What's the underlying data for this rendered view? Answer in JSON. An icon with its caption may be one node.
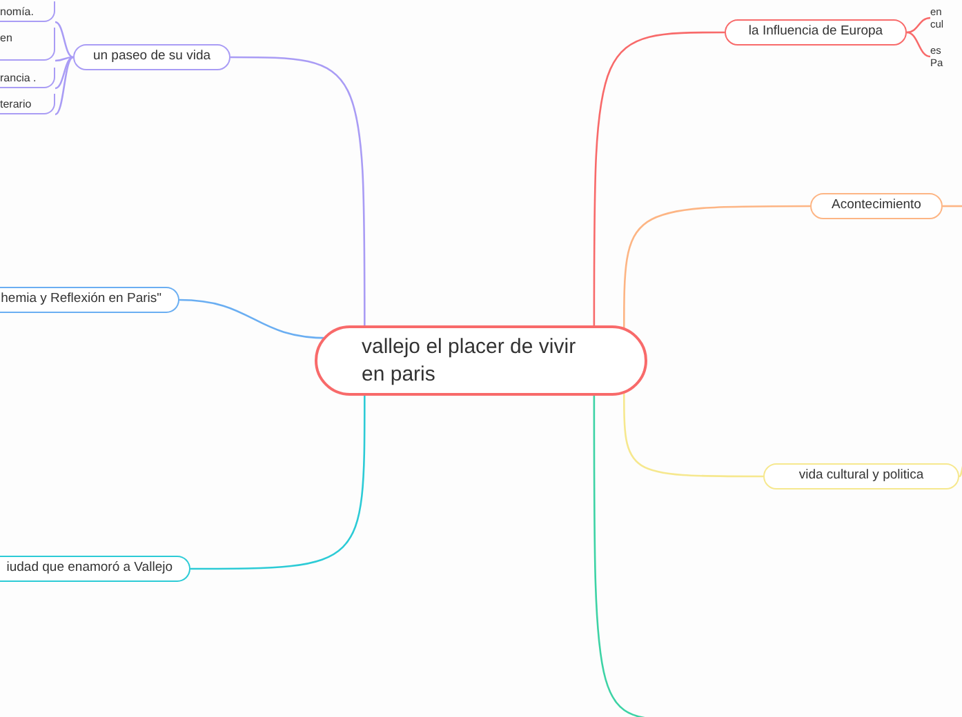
{
  "diagram": {
    "nodes": [
      {
        "text": [
          "vallejo el placer de vivir en paris"
        ]
      },
      {
        "text": [
          "un paseo de su vida"
        ]
      },
      {
        "text": [
          "nomía."
        ]
      },
      {
        "text": [
          "en"
        ]
      },
      {
        "text": [
          "rancia ."
        ]
      },
      {
        "text": [
          "terario"
        ]
      },
      {
        "text": [
          "hemia y Reflexión en Paris\""
        ]
      },
      {
        "text": [
          "iudad que enamoró a Vallejo"
        ]
      },
      {
        "text": [
          "la Influencia de Europa"
        ]
      },
      {
        "text": [
          "en cul"
        ]
      },
      {
        "text": [
          "es Pa"
        ]
      },
      {
        "text": [
          "Acontecimiento"
        ]
      },
      {
        "text": [
          "vida cultural y politica"
        ]
      }
    ],
    "edges": [
      {
        "from": 0,
        "to": 1,
        "arrow": "none",
        "color": "#a99cf5"
      },
      {
        "from": 0,
        "to": 6,
        "arrow": "none",
        "color": "#6aaef2"
      },
      {
        "from": 0,
        "to": 7,
        "arrow": "none",
        "color": "#2ccbd6"
      },
      {
        "from": 0,
        "to": 8,
        "arrow": "none",
        "color": "#f86a6a"
      },
      {
        "from": 0,
        "to": 11,
        "arrow": "none",
        "color": "#fdb584"
      },
      {
        "from": 0,
        "to": 12,
        "arrow": "none",
        "color": "#f6e88e"
      },
      {
        "from": 0,
        "to": null,
        "arrow": "none",
        "color": "#3dd3a5"
      },
      {
        "from": 1,
        "to": 2,
        "arrow": "none",
        "color": "#a99cf5"
      },
      {
        "from": 1,
        "to": 3,
        "arrow": "none",
        "color": "#a99cf5"
      },
      {
        "from": 1,
        "to": 4,
        "arrow": "none",
        "color": "#a99cf5"
      },
      {
        "from": 1,
        "to": 5,
        "arrow": "none",
        "color": "#a99cf5"
      },
      {
        "from": 8,
        "to": 9,
        "arrow": "none",
        "color": "#f86a6a"
      },
      {
        "from": 8,
        "to": 10,
        "arrow": "none",
        "color": "#f86a6a"
      },
      {
        "from": 11,
        "to": null,
        "arrow": "none",
        "color": "#fdb584"
      },
      {
        "from": 12,
        "to": null,
        "arrow": "none",
        "color": "#f6e88e"
      }
    ]
  }
}
